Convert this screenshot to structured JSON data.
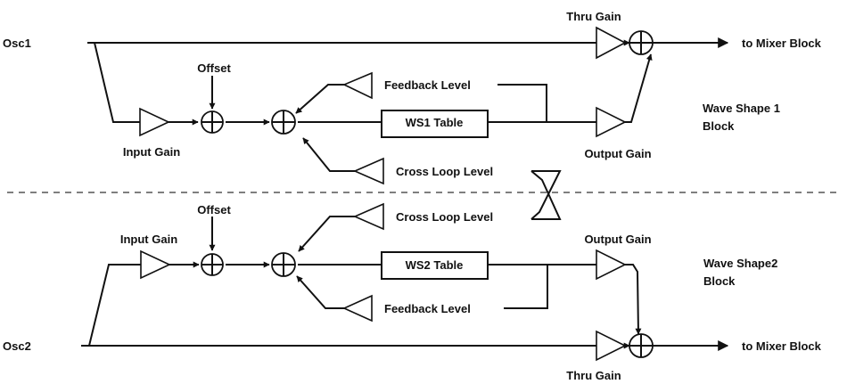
{
  "blocks": {
    "ws1": {
      "source": "Osc1",
      "offset": "Offset",
      "input_gain": "Input Gain",
      "feedback_level": "Feedback Level",
      "cross_loop_level": "Cross Loop Level",
      "table": "WS1 Table",
      "output_gain": "Output Gain",
      "thru_gain": "Thru Gain",
      "destination": "to Mixer Block",
      "block_name_line1": "Wave Shape 1",
      "block_name_line2": "Block"
    },
    "ws2": {
      "source": "Osc2",
      "offset": "Offset",
      "input_gain": "Input Gain",
      "feedback_level": "Feedback Level",
      "cross_loop_level": "Cross Loop Level",
      "table": "WS2 Table",
      "output_gain": "Output Gain",
      "thru_gain": "Thru Gain",
      "destination": "to Mixer Block",
      "block_name_line1": "Wave Shape2",
      "block_name_line2": "Block"
    }
  }
}
